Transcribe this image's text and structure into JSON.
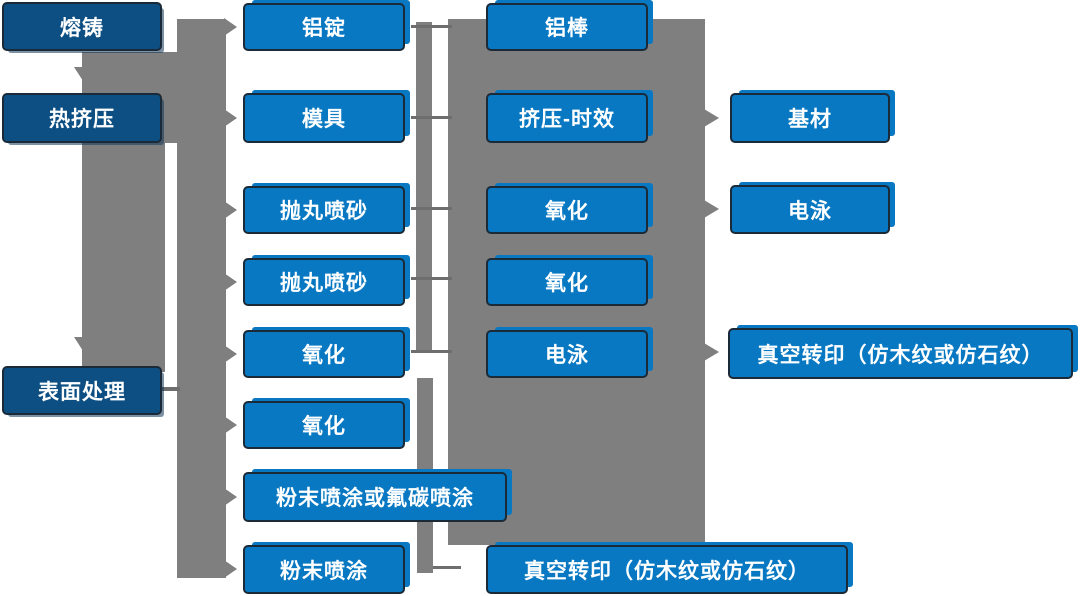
{
  "diagram": {
    "type": "flowchart",
    "description_colors": {
      "stage_box_fill": "#0d4f82",
      "process_box_fill": "#0878c2",
      "connector_gray": "#7f7f7f",
      "box_border": "#1b2a38",
      "text": "#ffffff",
      "background": "#ffffff"
    },
    "columns": [
      {
        "name": "stages",
        "items": [
          "熔铸",
          "热挤压",
          "表面处理"
        ]
      },
      {
        "name": "step1",
        "items": [
          "铝锭",
          "模具",
          "抛丸喷砂",
          "抛丸喷砂",
          "氧化",
          "氧化",
          "粉末喷涂或氟碳喷涂",
          "粉末喷涂"
        ]
      },
      {
        "name": "step2",
        "items": [
          "铝棒",
          "挤压-时效",
          "氧化",
          "氧化",
          "电泳",
          "真空转印（仿木纹或仿石纹）"
        ]
      },
      {
        "name": "step3",
        "items": [
          "基材",
          "电泳",
          "真空转印（仿木纹或仿石纹）"
        ]
      }
    ],
    "flows": [
      {
        "from": "熔铸",
        "to": "热挤压"
      },
      {
        "from": "熔铸",
        "to": "铝锭"
      },
      {
        "from": "热挤压",
        "to": "模具"
      },
      {
        "from": "热挤压",
        "to": "表面处理"
      },
      {
        "from": "表面处理",
        "to": "抛丸喷砂"
      },
      {
        "from": "表面处理",
        "to": "氧化"
      },
      {
        "from": "表面处理",
        "to": "粉末喷涂或氟碳喷涂"
      },
      {
        "from": "表面处理",
        "to": "粉末喷涂"
      },
      {
        "from": "铝锭",
        "to": "铝棒"
      },
      {
        "from": "模具",
        "to": "挤压-时效"
      },
      {
        "from": "抛丸喷砂",
        "to": "氧化"
      },
      {
        "from": "挤压-时效",
        "to": "基材"
      },
      {
        "from": "氧化",
        "to": "电泳"
      },
      {
        "from": "电泳",
        "to": "真空转印（仿木纹或仿石纹）"
      },
      {
        "from": "粉末喷涂",
        "to": "真空转印（仿木纹或仿石纹）"
      }
    ]
  }
}
